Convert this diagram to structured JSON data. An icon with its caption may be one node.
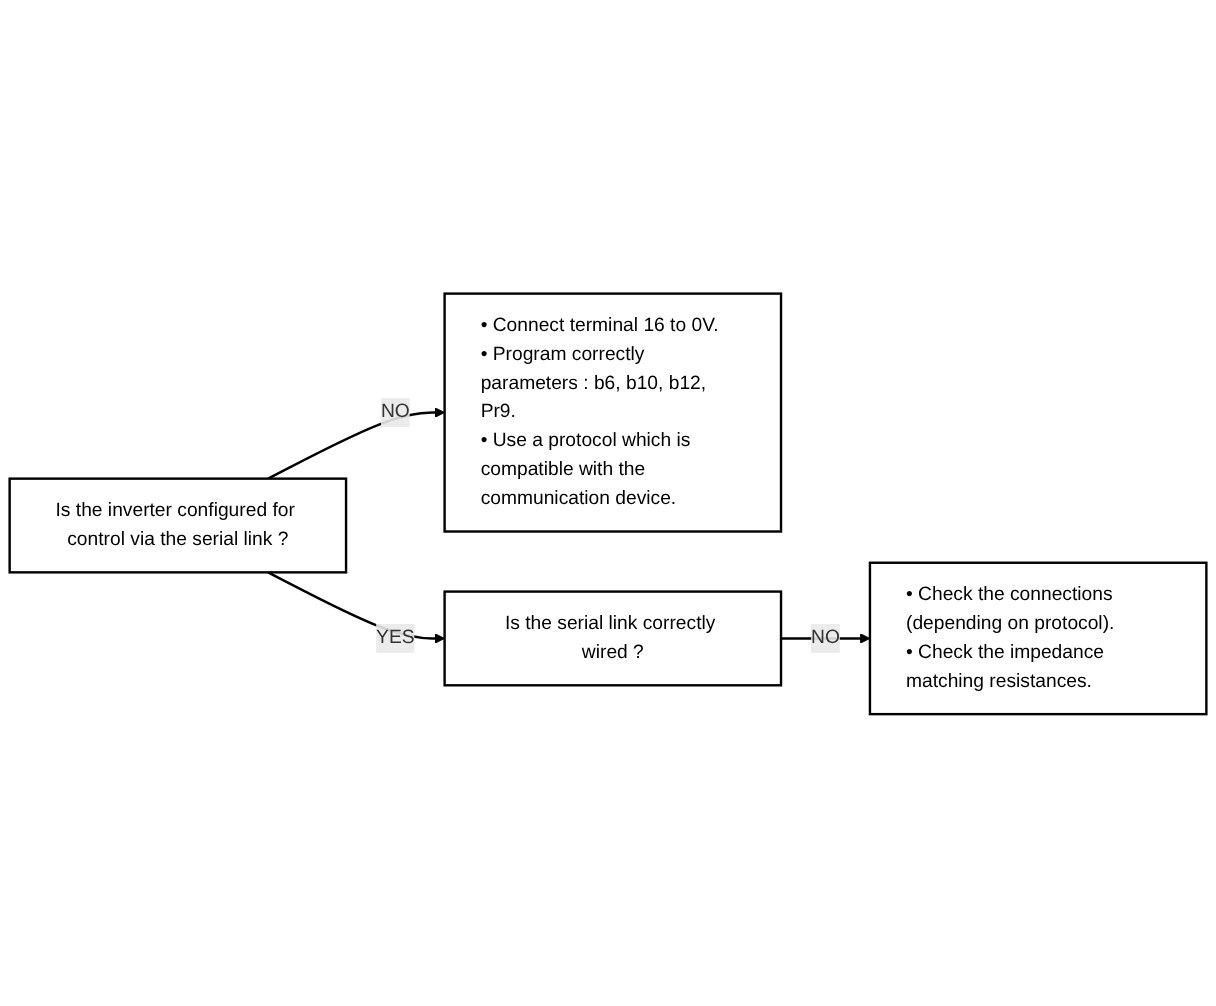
{
  "diagram": {
    "nodes": [
      {
        "text": [
          "Is the inverter configured for control via the serial link ?"
        ]
      },
      {
        "text": [
          "• Connect terminal 16 to 0V.",
          "• Program correctly parameters : b6, b10, b12, Pr9.",
          "• Use a protocol which is compatible with the communication device."
        ]
      },
      {
        "text": [
          "Is the serial link correctly wired ?"
        ]
      },
      {
        "text": [
          "• Check the connections (depending on protocol).",
          "• Check the impedance matching resistances."
        ]
      }
    ],
    "edges": [
      {
        "from": 0,
        "to": 1,
        "arrow": "to",
        "label": "NO"
      },
      {
        "from": 0,
        "to": 2,
        "arrow": "to",
        "label": "YES"
      },
      {
        "from": 2,
        "to": 3,
        "arrow": "to",
        "label": "NO"
      }
    ]
  }
}
